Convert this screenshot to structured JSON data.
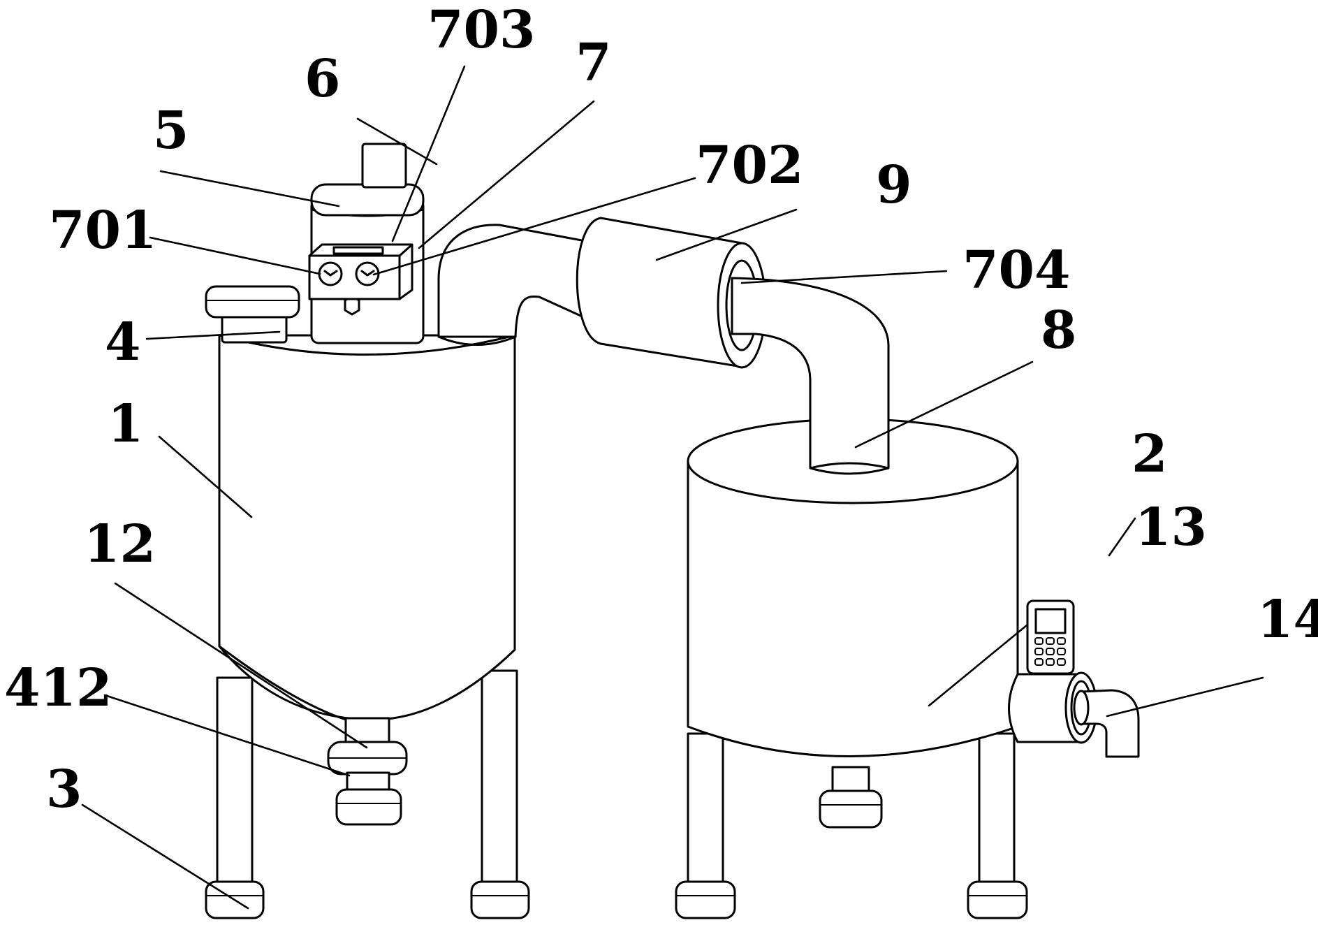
{
  "colors": {
    "stroke": "#000000",
    "background": "#ffffff"
  },
  "labels": {
    "l1": "1",
    "l2": "2",
    "l3": "3",
    "l4": "4",
    "l5": "5",
    "l6": "6",
    "l7": "7",
    "l8": "8",
    "l9": "9",
    "l12": "12",
    "l13": "13",
    "l14": "14",
    "l412": "412",
    "l701": "701",
    "l702": "702",
    "l703": "703",
    "l704": "704"
  }
}
